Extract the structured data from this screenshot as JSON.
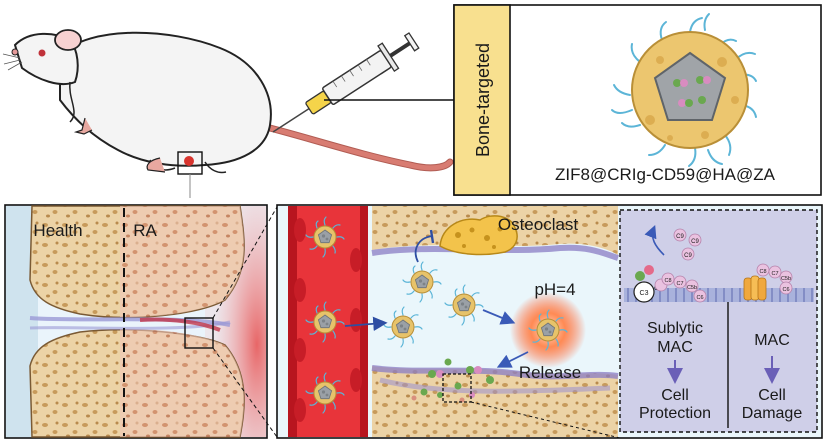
{
  "labels": {
    "bone_targeted": "Bone-targeted",
    "formula": "ZIF8@CRIg-CD59@HA@ZA",
    "health": "Health",
    "ra": "RA",
    "osteoclast": "Osteoclast",
    "ph": "pH=4",
    "release": "Release",
    "sublytic_1": "Sublytic",
    "sublytic_2": "MAC",
    "mac": "MAC",
    "cell_1": "Cell",
    "protection": "Protection",
    "cell_2": "Cell",
    "damage": "Damage",
    "c3": "C3",
    "c3a": "C3",
    "c6": "C6",
    "c7": "C7",
    "c8": "C8",
    "c9": "C9",
    "c5b": "C5b"
  },
  "colors": {
    "bone_tan": "#ecd3a6",
    "bone_pore": "#c79a5b",
    "vessel_red": "#e8343a",
    "inflamed_red": "#e74d4d",
    "label_box": "#f8e08f",
    "mac_panel": "#cfcfe8",
    "membrane": "#8e9bc9",
    "complement_pink": "#eac2e0",
    "nanoparticle_shell": "#e7c36a",
    "nanoparticle_core": "#9aa0a6",
    "ligand_blue": "#5cb5d7",
    "osteoclast_yellow": "#f3c34b",
    "arrow_blue": "#2e4ea3",
    "rat_tail": "#d87c72"
  }
}
